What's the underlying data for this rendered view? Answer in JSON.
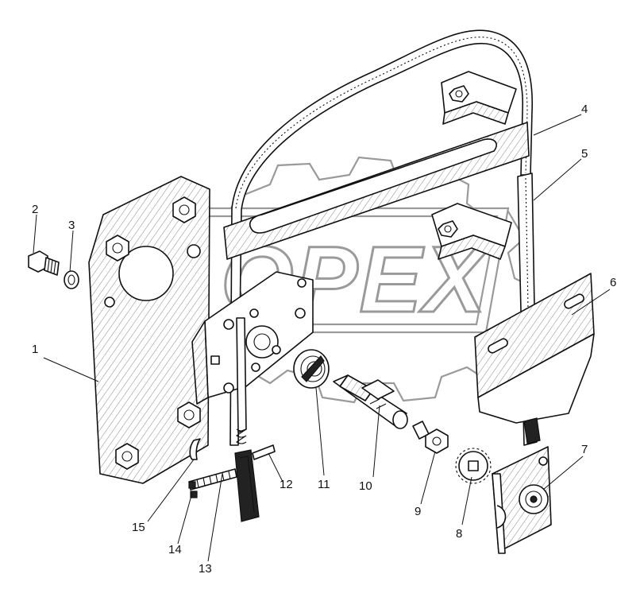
{
  "watermark": {
    "text": "OPEX",
    "color": "#9a9a9a"
  },
  "callouts": [
    "1",
    "2",
    "3",
    "4",
    "5",
    "6",
    "7",
    "8",
    "9",
    "10",
    "11",
    "12",
    "13",
    "14",
    "15"
  ]
}
